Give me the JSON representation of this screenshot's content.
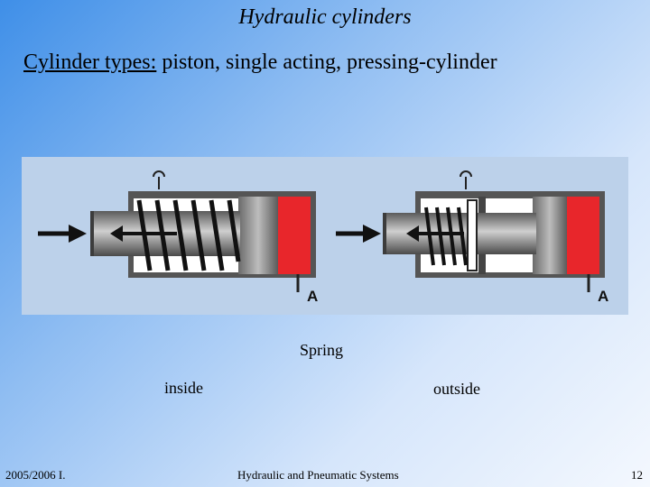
{
  "slide": {
    "title": "Hydraulic cylinders",
    "subtitle_label": "Cylinder types:",
    "subtitle_text": " piston, single acting, pressing-cylinder"
  },
  "figure": {
    "port_label_left": "A",
    "port_label_right": "A",
    "colors": {
      "background": "#bcd1ea",
      "piston": "#e8262b",
      "body": "#555555",
      "rod": "#8a8a8a"
    }
  },
  "labels": {
    "spring": "Spring",
    "inside": "inside",
    "outside": "outside"
  },
  "footer": {
    "date": "2005/2006 I.",
    "course": "Hydraulic and Pneumatic Systems",
    "page": "12"
  }
}
